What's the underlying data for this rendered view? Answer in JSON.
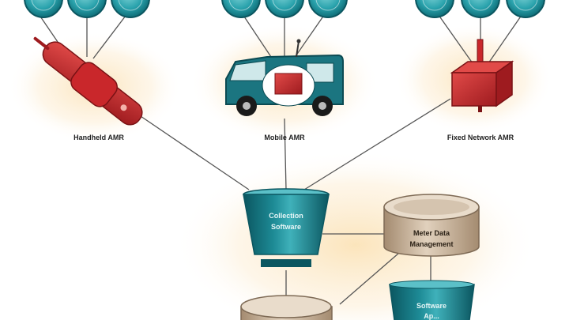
{
  "labels": {
    "handheld": "Handheld AMR",
    "mobile": "Mobile AMR",
    "fixed": "Fixed Network AMR",
    "collection_line1": "Collection",
    "collection_line2": "Software",
    "mdm_line1": "Meter Data",
    "mdm_line2": "Management",
    "software_line1": "Software",
    "software_line2": "Ap..."
  },
  "colors": {
    "teal": "#0f6e78",
    "teal_light": "#2aa3ad",
    "red": "#c9272b",
    "beige": "#c8b49c",
    "glow": "#fbe9c8",
    "line": "#555555"
  },
  "icons": {
    "meter_nodes": "meter-icon",
    "handheld": "handheld-reader-icon",
    "mobile": "van-icon",
    "fixed": "fixed-collector-icon",
    "collection": "funnel-icon",
    "mdm": "database-icon",
    "software": "funnel-icon"
  }
}
